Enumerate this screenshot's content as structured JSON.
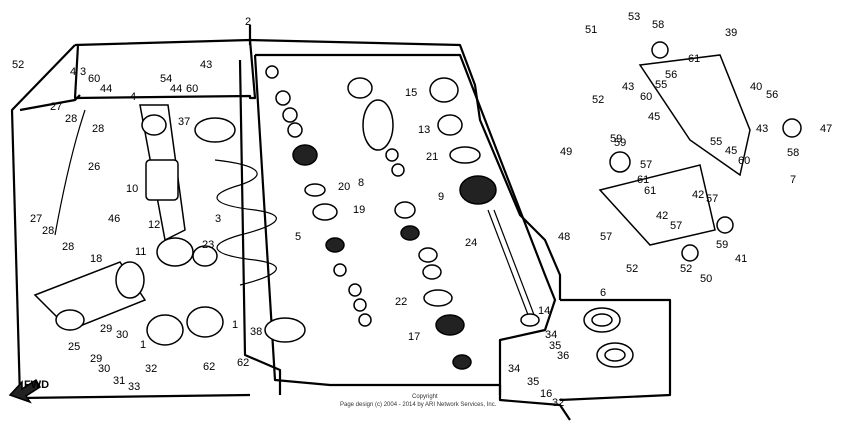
{
  "labels": [
    "2",
    "52",
    "4",
    "3",
    "60",
    "44",
    "54",
    "44",
    "60",
    "43",
    "27",
    "28",
    "28",
    "26",
    "4",
    "10",
    "37",
    "3",
    "12",
    "11",
    "23",
    "46",
    "27",
    "28",
    "28",
    "18",
    "5",
    "15",
    "13",
    "21",
    "20",
    "8",
    "19",
    "9",
    "24",
    "22",
    "14",
    "17",
    "34",
    "35",
    "36",
    "34",
    "35",
    "16",
    "32",
    "38",
    "1",
    "1",
    "62",
    "62",
    "25",
    "29",
    "30",
    "29",
    "30",
    "31",
    "33",
    "32",
    "51",
    "53",
    "58",
    "39",
    "61",
    "56",
    "55",
    "52",
    "43",
    "60",
    "45",
    "40",
    "56",
    "55",
    "45",
    "43",
    "60",
    "58",
    "47",
    "49",
    "59",
    "57",
    "61",
    "61",
    "42",
    "57",
    "42",
    "57",
    "59",
    "57",
    "59",
    "52",
    "41",
    "52",
    "50",
    "48",
    "7",
    "6"
  ],
  "fwd_label": "FWD",
  "copyright": {
    "line1": "Copyright",
    "line2": "Page design (c) 2004 - 2014 by ARI Network Services, Inc."
  }
}
